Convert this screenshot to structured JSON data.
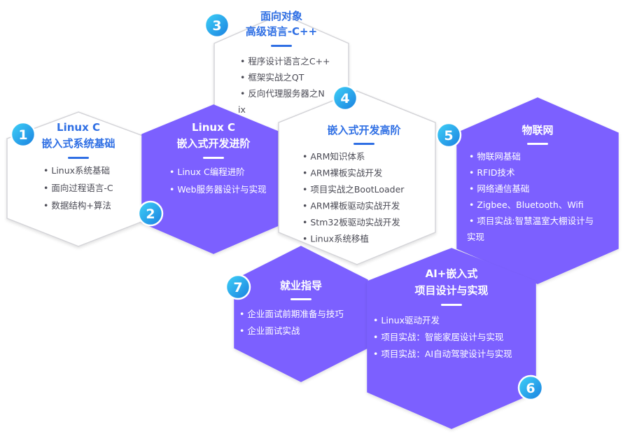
{
  "colors": {
    "accent_blue": "#2f6fe4",
    "purple": "#7b61ff",
    "outline": "#d4d4d8",
    "text_dark": "#4b4b55",
    "text_light": "#ffffff",
    "badge_light": "#2ec5f2",
    "badge_dark": "#1c8fe6"
  },
  "hexagons": [
    {
      "id": "1",
      "filled": false,
      "title_lines": [
        "Linux C",
        "嵌入式系统基础"
      ],
      "items": [
        "Linux系统基础",
        "面向过程语言-C",
        "数据结构+算法"
      ]
    },
    {
      "id": "2",
      "filled": true,
      "title_lines": [
        "Linux C",
        "嵌入式开发进阶"
      ],
      "items": [
        "Linux C编程进阶",
        "Web服务器设计与实现"
      ]
    },
    {
      "id": "3",
      "filled": false,
      "title_lines": [
        "面向对象",
        "高级语言-C++"
      ],
      "items": [
        "程序设计语言之C++",
        "框架实战之QT",
        "反向代理服务器之N",
        "ix"
      ]
    },
    {
      "id": "4",
      "filled": false,
      "title_lines": [
        "嵌入式开发高阶"
      ],
      "items": [
        "ARM知识体系",
        "ARM裸板实战开发",
        "项目实战之BootLoader",
        "ARM裸板驱动实战开发",
        "Stm32板驱动实战开发",
        "Linux系统移植"
      ]
    },
    {
      "id": "5",
      "filled": true,
      "title_lines": [
        "物联网"
      ],
      "items": [
        "物联网基础",
        "RFID技术",
        "网络通信基础",
        "Zigbee、Bluetooth、Wifi",
        "项目实战:智慧温室大棚设计与",
        "实现"
      ]
    },
    {
      "id": "6",
      "filled": true,
      "title_lines": [
        "AI+嵌入式",
        "项目设计与实现"
      ],
      "items": [
        "Linux驱动开发",
        "项目实战：智能家居设计与实现",
        "项目实战：AI自动驾驶设计与实现"
      ]
    },
    {
      "id": "7",
      "filled": true,
      "title_lines": [
        "就业指导"
      ],
      "items": [
        "企业面试前期准备与技巧",
        "企业面试实战"
      ]
    }
  ]
}
